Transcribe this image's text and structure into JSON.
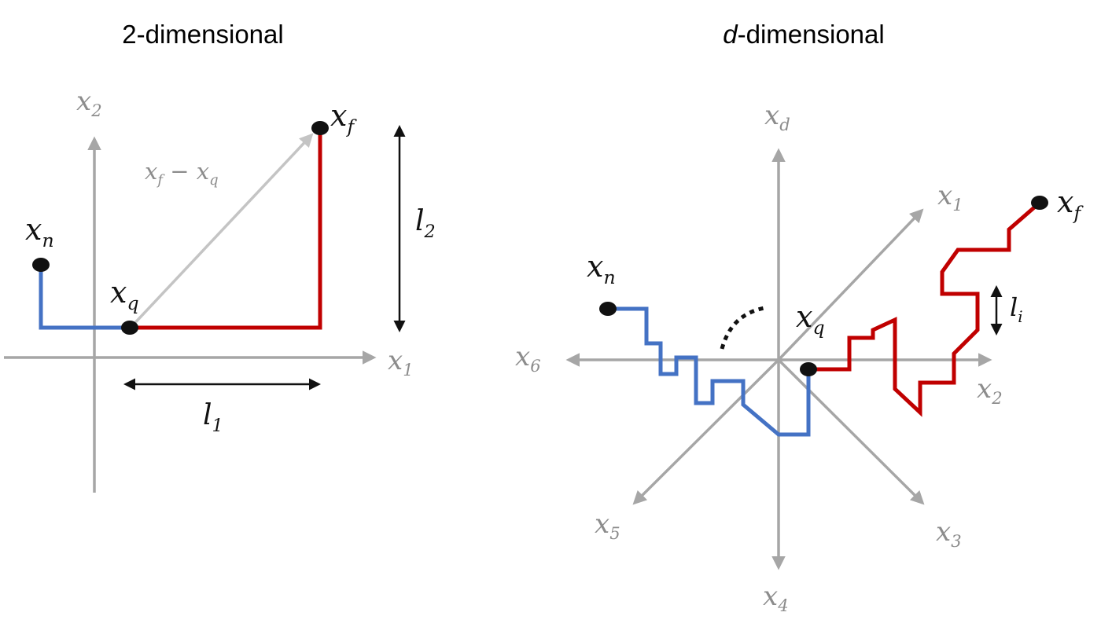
{
  "panels": {
    "left": {
      "title": "2-dimensional",
      "labels": {
        "x1": {
          "base": "x",
          "sub": "1"
        },
        "x2": {
          "base": "x",
          "sub": "2"
        },
        "xn": {
          "base": "x",
          "sub": "n"
        },
        "xq": {
          "base": "x",
          "sub": "q"
        },
        "xf": {
          "base": "x",
          "sub": "f"
        },
        "diff": {
          "a": "x",
          "a_sub": "f",
          "op": " − ",
          "b": "x",
          "b_sub": "q"
        },
        "l1": {
          "base": "l",
          "sub": "1"
        },
        "l2": {
          "base": "l",
          "sub": "2"
        }
      }
    },
    "right": {
      "title_italic": "d",
      "title_rest": "-dimensional",
      "labels": {
        "xd": {
          "base": "x",
          "sub": "d"
        },
        "x1": {
          "base": "x",
          "sub": "1"
        },
        "x2": {
          "base": "x",
          "sub": "2"
        },
        "x3": {
          "base": "x",
          "sub": "3"
        },
        "x4": {
          "base": "x",
          "sub": "4"
        },
        "x5": {
          "base": "x",
          "sub": "5"
        },
        "x6": {
          "base": "x",
          "sub": "6"
        },
        "xn": {
          "base": "x",
          "sub": "n"
        },
        "xq": {
          "base": "x",
          "sub": "q"
        },
        "xf": {
          "base": "x",
          "sub": "f"
        },
        "li": {
          "base": "l",
          "sub": "i"
        }
      }
    }
  },
  "colors": {
    "axis": "#a6a6a6",
    "path_blue": "#4472c4",
    "path_red": "#c00000",
    "point": "#111111",
    "arrow_dark": "#111111"
  }
}
